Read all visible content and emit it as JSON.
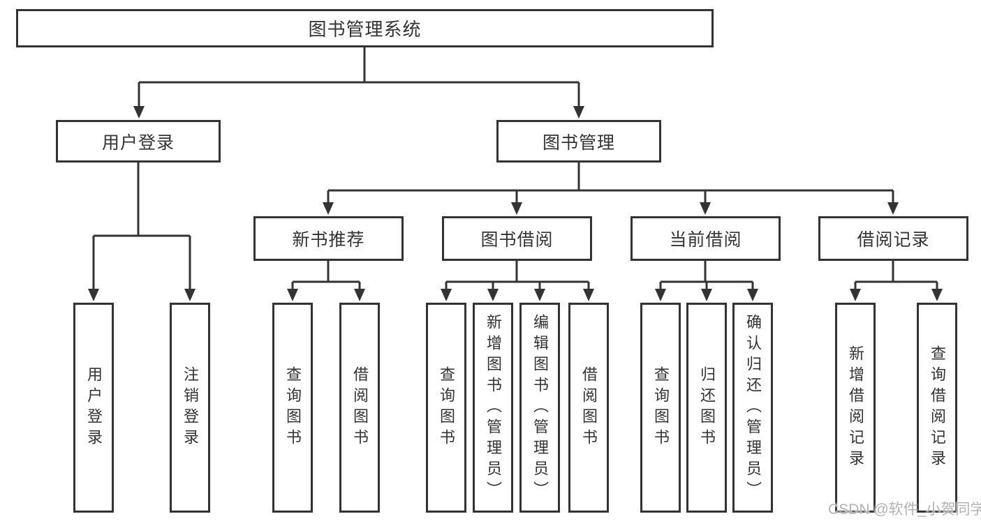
{
  "diagram": {
    "type": "hierarchy-chart",
    "tree": {
      "label": "图书管理系统",
      "children": [
        {
          "label": "用户登录",
          "children": [
            {
              "label": "用户登录"
            },
            {
              "label": "注销登录"
            }
          ]
        },
        {
          "label": "图书管理",
          "children": [
            {
              "label": "新书推荐",
              "children": [
                {
                  "label": "查询图书"
                },
                {
                  "label": "借阅图书"
                }
              ]
            },
            {
              "label": "图书借阅",
              "children": [
                {
                  "label": "查询图书"
                },
                {
                  "label": "新增图书（管理员）"
                },
                {
                  "label": "编辑图书（管理员）"
                },
                {
                  "label": "借阅图书"
                }
              ]
            },
            {
              "label": "当前借阅",
              "children": [
                {
                  "label": "查询图书"
                },
                {
                  "label": "归还图书"
                },
                {
                  "label": "确认归还（管理员）"
                }
              ]
            },
            {
              "label": "借阅记录",
              "children": [
                {
                  "label": "新增借阅记录"
                },
                {
                  "label": "查询借阅记录"
                }
              ]
            }
          ]
        }
      ]
    },
    "colors": {
      "line": "#333333",
      "box_border": "#333333",
      "box_background": "#ffffff",
      "text": "#333333",
      "watermark_text": "#b3b3b3",
      "page_background": "#ffffff"
    }
  },
  "watermark": {
    "label": "CSDN @软件_小贺同学"
  }
}
